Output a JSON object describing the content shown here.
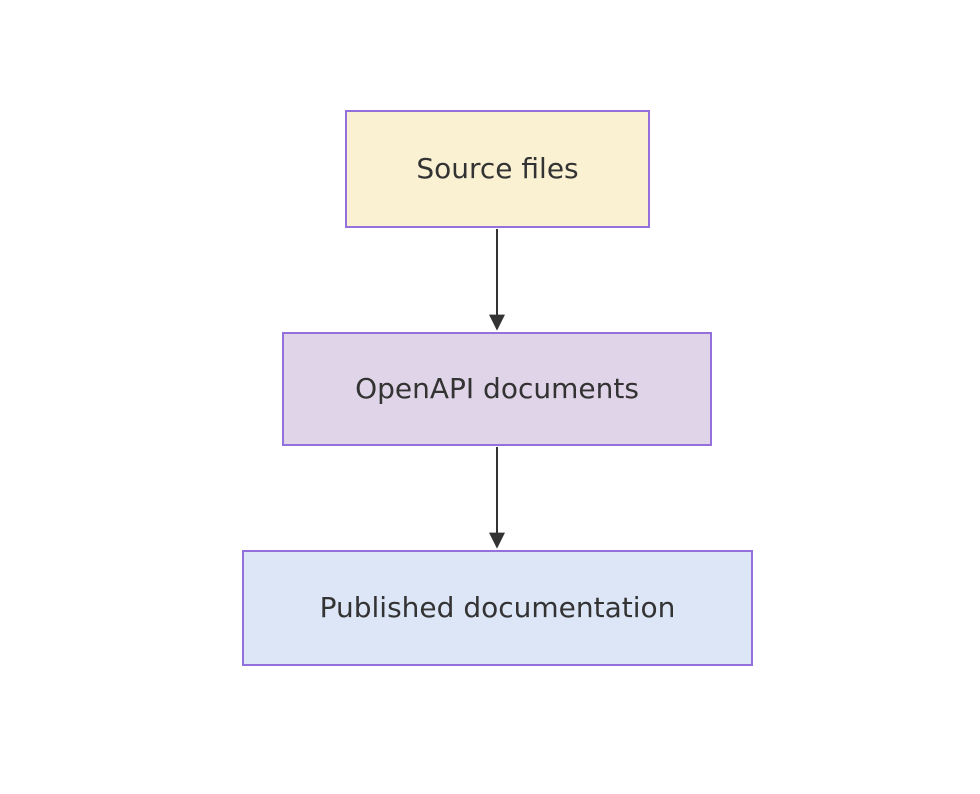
{
  "diagram": {
    "type": "flowchart",
    "direction": "top-down",
    "background_color": "#FFFFFF",
    "node_border_color": "#9370DB",
    "node_text_color": "#333333",
    "arrow_color": "#333333",
    "nodes": [
      {
        "id": "source",
        "label": "Source files",
        "fill": "#FAF0D2"
      },
      {
        "id": "openapi",
        "label": "OpenAPI documents",
        "fill": "#E0D4E8"
      },
      {
        "id": "published",
        "label": "Published documentation",
        "fill": "#DCE6F7"
      }
    ],
    "edges": [
      {
        "from": "source",
        "to": "openapi",
        "style": "solid-arrow"
      },
      {
        "from": "openapi",
        "to": "published",
        "style": "solid-arrow"
      }
    ]
  }
}
